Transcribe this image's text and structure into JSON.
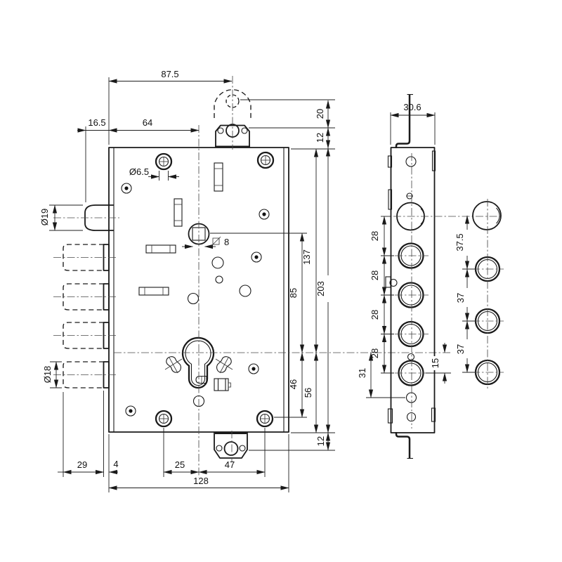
{
  "drawing": {
    "front_view": {
      "top_tab_center": "87.5",
      "latch_protrusion": "16.5",
      "backset": "64",
      "fixing_hole_dia": "Ø6.5",
      "latch_dia": "Ø19",
      "follower_square": "8",
      "tab_travel": "20",
      "tab_to_case": "12",
      "case_top_to_cylinder": "137",
      "case_height": "203",
      "spindle_to_cylinder": "85",
      "cylinder_to_screws": "46",
      "cylinder_to_case_bottom": "56",
      "case_bottom_to_tab": "12",
      "bolt_dia": "Ø18",
      "bolt_throw": "29",
      "faceplate_thickness": "4",
      "screw_to_center": "25",
      "center_to_screw": "47",
      "case_width": "128"
    },
    "side_view": {
      "plate_width": "30.6",
      "hole_spacing": [
        "28",
        "28",
        "28",
        "28"
      ],
      "bottom_hole_offset": "31",
      "cylinder_to_bolt": "15"
    },
    "strike_holes": {
      "hole_spacing": [
        "37.5",
        "37",
        "37"
      ]
    }
  }
}
